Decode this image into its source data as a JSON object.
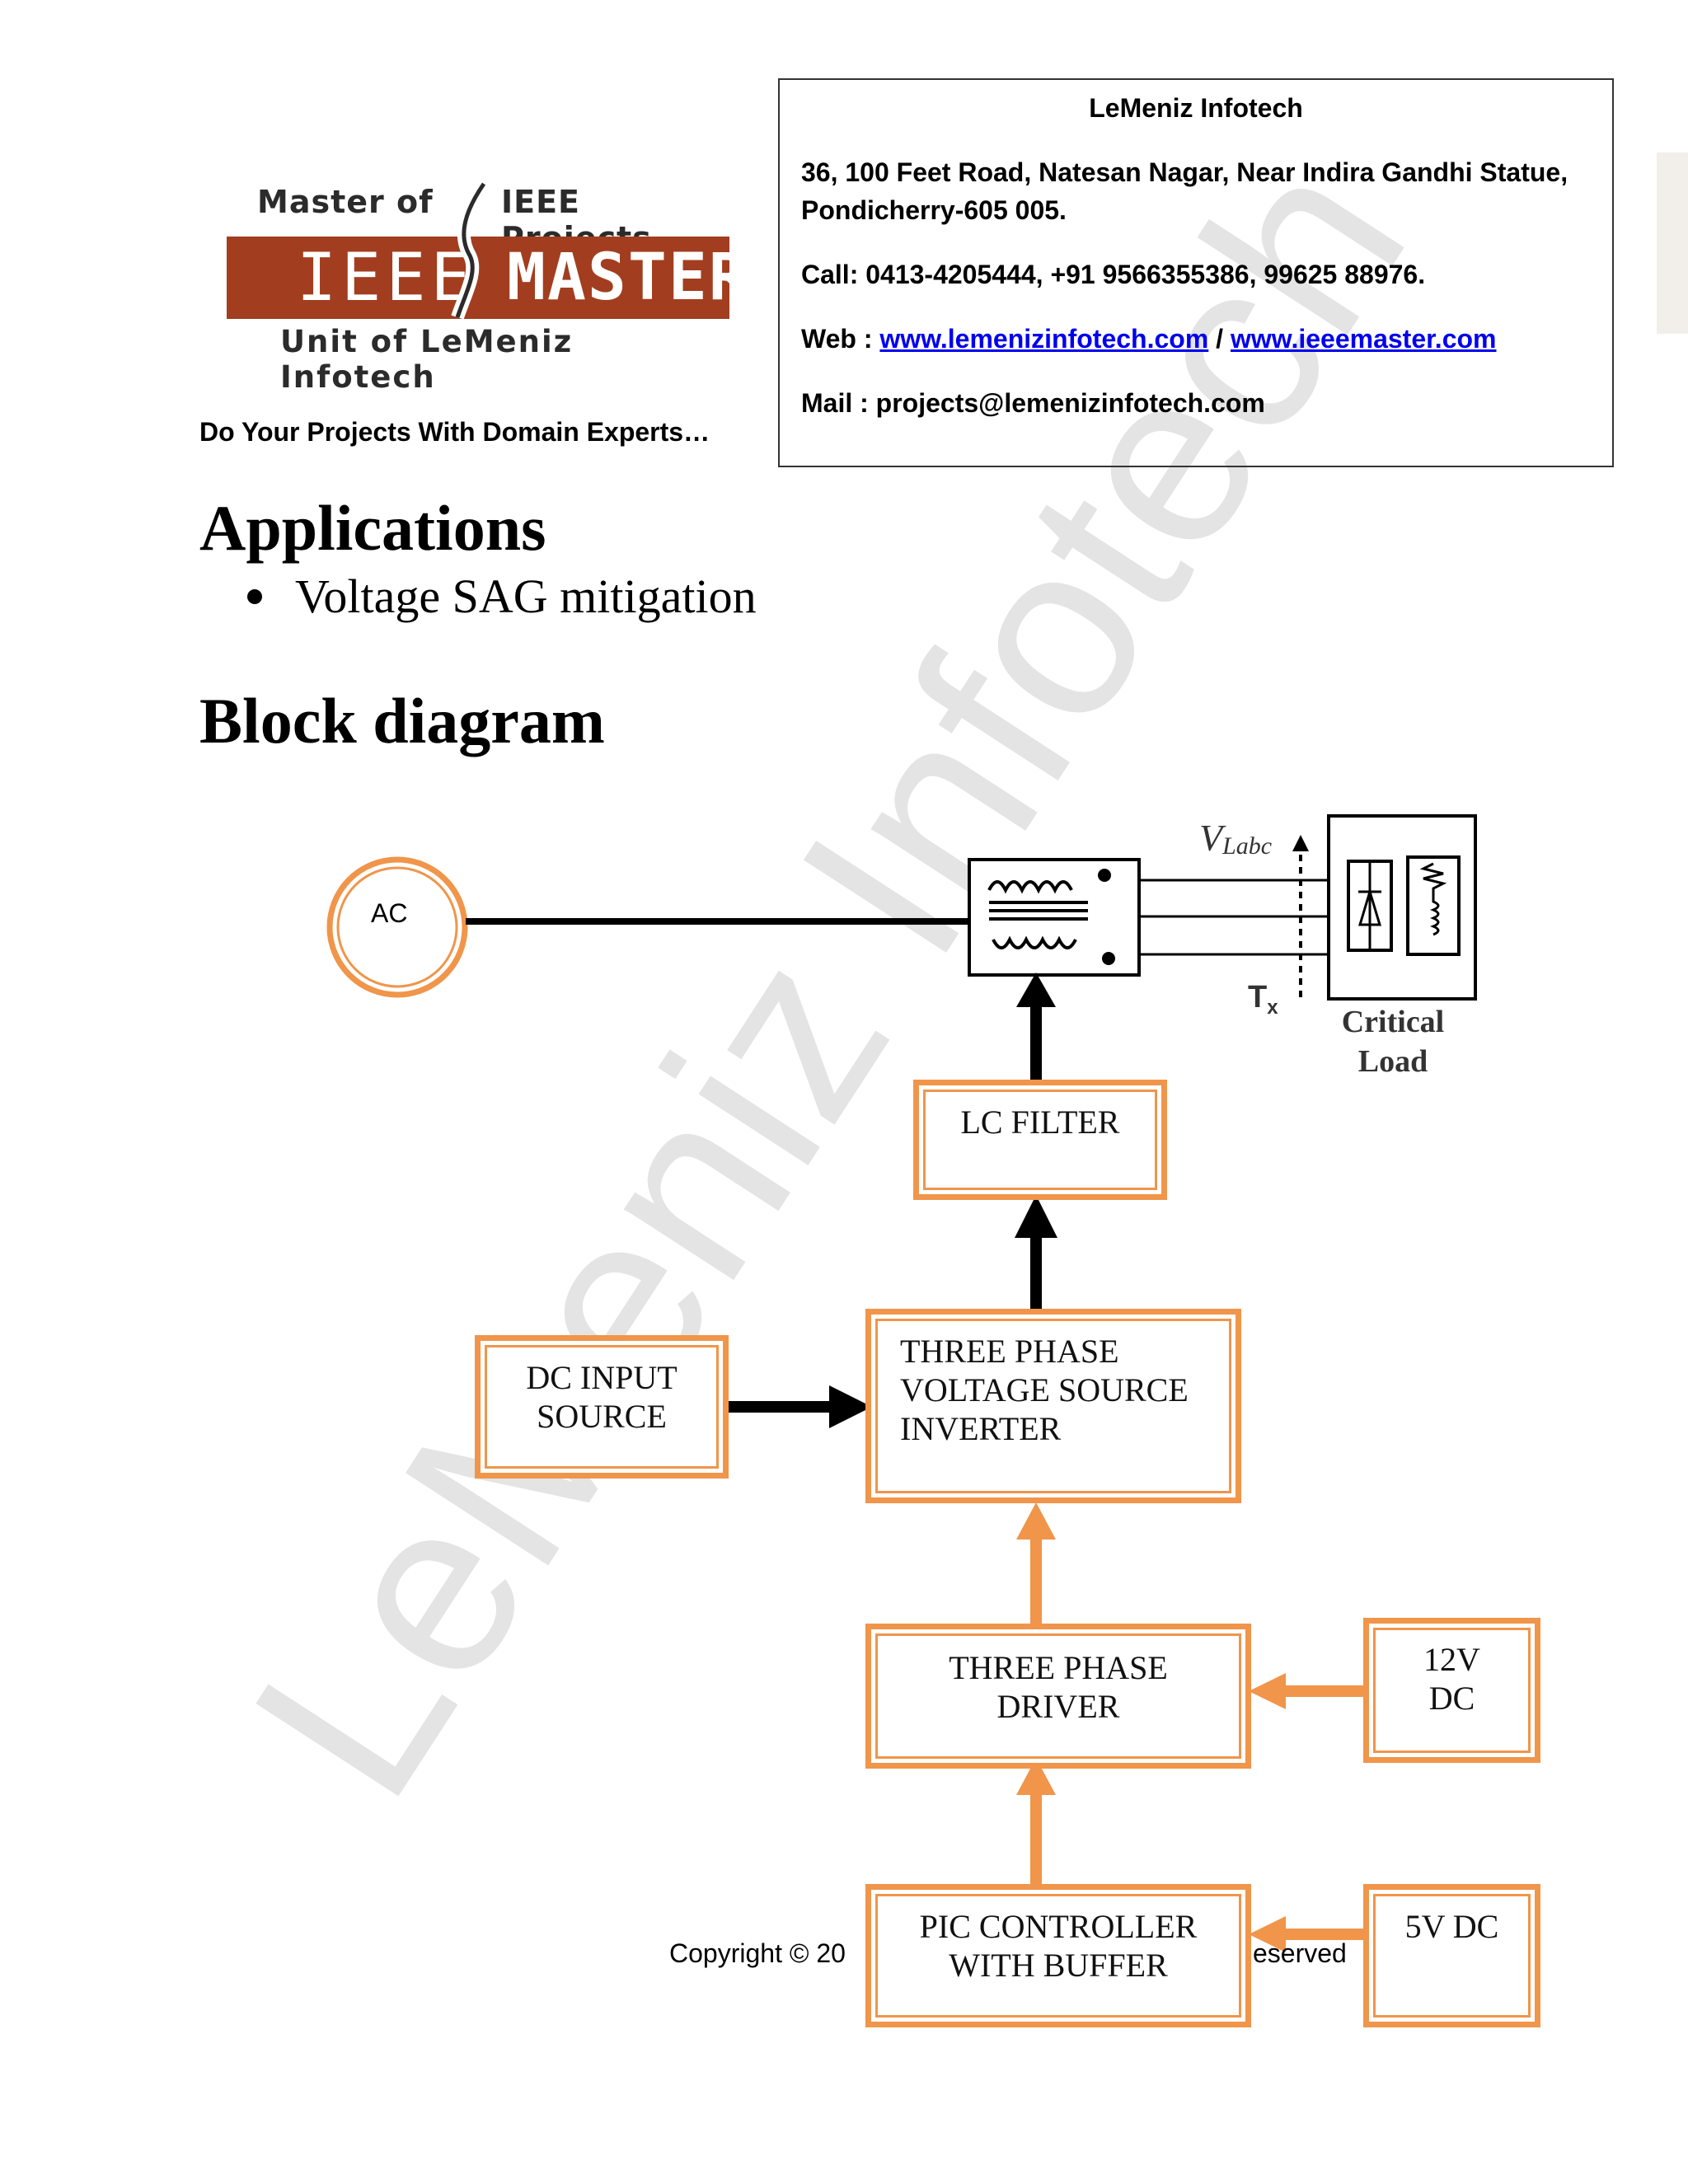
{
  "header": {
    "logo": {
      "top_left": "Master of",
      "top_right": "IEEE Projects",
      "band_left": "IEEE",
      "band_right": "MASTER",
      "bottom": "Unit of LeMeniz Infotech"
    },
    "tagline": "Do Your Projects With Domain Experts…",
    "contact": {
      "company": "LeMeniz Infotech",
      "address_line1": "36, 100 Feet Road, Natesan Nagar, Near Indira Gandhi Statue,",
      "address_line2": "Pondicherry-605 005.",
      "call": "Call: 0413-4205444, +91 9566355386, 99625 88976.",
      "web_label": "Web : ",
      "web_link1": "www.lemenizinfotech.com",
      "web_sep": " / ",
      "web_link2": "www.ieeemaster.com",
      "mail": "Mail : projects@lemenizinfotech.com"
    }
  },
  "applications": {
    "heading": "Applications",
    "items": [
      "Voltage SAG mitigation"
    ]
  },
  "block_diagram": {
    "heading": "Block diagram",
    "ac_label": "AC",
    "vlabc_label": "V",
    "vlabc_sub": "Labc",
    "tx_label": "T",
    "tx_sub": "x",
    "critical_load_line1": "Critical",
    "critical_load_line2": "Load",
    "blocks": {
      "lc_filter": "LC FILTER",
      "inverter": "THREE PHASE\nVOLTAGE SOURCE\nINVERTER",
      "dc_input": "DC INPUT\nSOURCE",
      "driver": "THREE PHASE\nDRIVER",
      "supply_12v": "12V\nDC",
      "pic": "PIC CONTROLLER\nWITH BUFFER",
      "supply_5v": "5V DC"
    }
  },
  "footer": {
    "copyright_left": "Copyright © 20",
    "copyright_right": "eserved"
  },
  "watermark": "LeMeniz Infotech",
  "colors": {
    "logo_band": "#a23e1f",
    "block_border": "#f0954a",
    "link": "#0000ee",
    "watermark": "#d9d9d9"
  }
}
